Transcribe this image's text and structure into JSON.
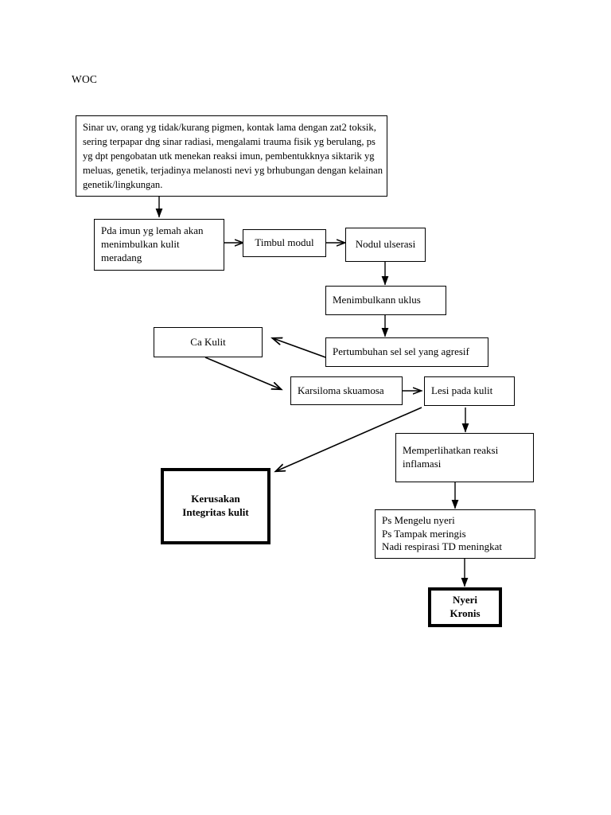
{
  "document": {
    "title": "WOC"
  },
  "diagram": {
    "type": "flowchart",
    "orientation": "top-to-bottom",
    "nodes": [
      {
        "id": "etiologi",
        "label": "Sinar uv, orang yg tidak/kurang pigmen, kontak lama dengan zat2 toksik, sering terpapar dng sinar radiasi, mengalami trauma fisik yg berulang, ps yg dpt pengobatan utk menekan reaksi imun, pembentukknya siktarik yg meluas, genetik, terjadinya melanosti nevi yg brhubungan dengan kelainan genetik/lingkungan.",
        "style": "plain"
      },
      {
        "id": "pda-imun",
        "label": "Pda imun yg lemah akan menimbulkan kulit meradang",
        "style": "plain"
      },
      {
        "id": "timbul-modul",
        "label": "Timbul modul",
        "style": "plain"
      },
      {
        "id": "nodul-ulserasi",
        "label": "Nodul ulserasi",
        "style": "plain"
      },
      {
        "id": "menimbulkann-uklus",
        "label": "Menimbulkann uklus",
        "style": "plain"
      },
      {
        "id": "pertumbuhan-sel",
        "label": "Pertumbuhan sel sel yang agresif",
        "style": "plain"
      },
      {
        "id": "ca-kulit",
        "label": "Ca Kulit",
        "style": "plain"
      },
      {
        "id": "karsiloma-skuamosa",
        "label": "Karsiloma skuamosa",
        "style": "plain"
      },
      {
        "id": "lesi-pada-kulit",
        "label": "Lesi pada kulit",
        "style": "plain"
      },
      {
        "id": "memperlihatkan-reaksi",
        "label": "Memperlihatkan reaksi\ninflamasi",
        "style": "plain"
      },
      {
        "id": "kerusakan-integritas",
        "label": "Kerusakan\nIntegritas kulit",
        "style": "bold"
      },
      {
        "id": "ps-mengelu",
        "label": "Ps Mengelu nyeri\nPs Tampak meringis\nNadi respirasi TD meningkat",
        "style": "plain"
      },
      {
        "id": "nyeri-kronis",
        "label": "Nyeri\nKronis",
        "style": "bold"
      }
    ],
    "edges": [
      {
        "from": "etiologi",
        "to": "pda-imun",
        "direction": "down"
      },
      {
        "from": "pda-imun",
        "to": "timbul-modul",
        "direction": "right"
      },
      {
        "from": "timbul-modul",
        "to": "nodul-ulserasi",
        "direction": "right"
      },
      {
        "from": "nodul-ulserasi",
        "to": "menimbulkann-uklus",
        "direction": "down"
      },
      {
        "from": "menimbulkann-uklus",
        "to": "pertumbuhan-sel",
        "direction": "down"
      },
      {
        "from": "pertumbuhan-sel",
        "to": "ca-kulit",
        "direction": "diagonal-up-left"
      },
      {
        "from": "ca-kulit",
        "to": "karsiloma-skuamosa",
        "direction": "diagonal-down-right"
      },
      {
        "from": "karsiloma-skuamosa",
        "to": "lesi-pada-kulit",
        "direction": "right"
      },
      {
        "from": "lesi-pada-kulit",
        "to": "kerusakan-integritas",
        "direction": "diagonal-down-left"
      },
      {
        "from": "lesi-pada-kulit",
        "to": "memperlihatkan-reaksi",
        "direction": "down"
      },
      {
        "from": "memperlihatkan-reaksi",
        "to": "ps-mengelu",
        "direction": "down"
      },
      {
        "from": "ps-mengelu",
        "to": "nyeri-kronis",
        "direction": "down"
      }
    ],
    "colors": {
      "stroke": "#000000",
      "fill": "#ffffff",
      "text": "#000000"
    }
  }
}
